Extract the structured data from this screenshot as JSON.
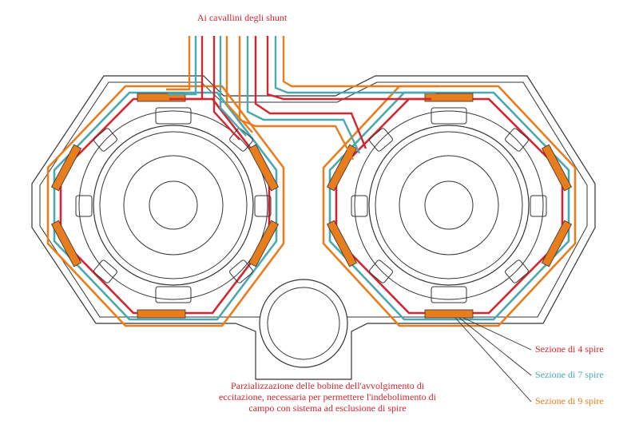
{
  "diagram": {
    "top_label": "Ai cavallini degli shunt",
    "caption_lines": [
      "Parzializzazione delle bobine dell'avvolgimento di",
      "eccitazione, necessaria per permettere l'indebolimento di",
      "campo con sistema ad esclusione di spire"
    ],
    "legend": [
      {
        "text": "Sezione di 4 spire",
        "color": "#d22630"
      },
      {
        "text": "Sezione di 7 spire",
        "color": "#4aa8b0"
      },
      {
        "text": "Sezione di 9 spire",
        "color": "#e87d1e"
      }
    ],
    "colors": {
      "red": "#d22630",
      "teal": "#4aa8b0",
      "orange": "#e87d1e",
      "line": "#333333",
      "pole": "#e87d1e"
    }
  }
}
